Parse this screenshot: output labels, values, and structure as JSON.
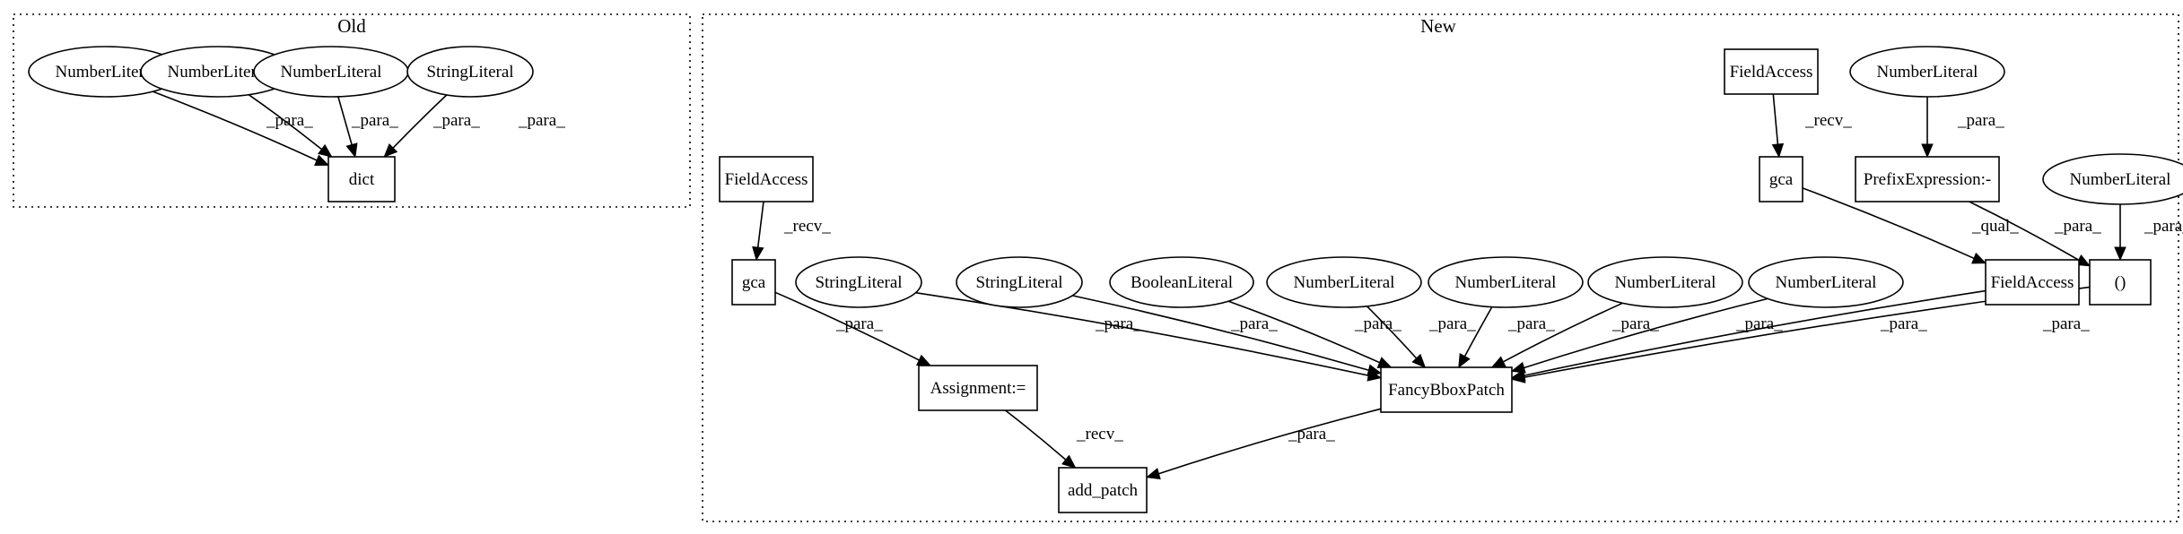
{
  "clusters": [
    {
      "id": "old",
      "label": "Old"
    },
    {
      "id": "new",
      "label": "New"
    }
  ],
  "nodes": [
    {
      "id": "o_num1",
      "label": "NumberLiteral",
      "shape": "ellipse"
    },
    {
      "id": "o_num2",
      "label": "NumberLiteral",
      "shape": "ellipse"
    },
    {
      "id": "o_num3",
      "label": "NumberLiteral",
      "shape": "ellipse"
    },
    {
      "id": "o_str",
      "label": "StringLiteral",
      "shape": "ellipse"
    },
    {
      "id": "o_dict",
      "label": "dict",
      "shape": "box"
    },
    {
      "id": "n_fa1",
      "label": "FieldAccess",
      "shape": "box"
    },
    {
      "id": "n_gca1",
      "label": "gca",
      "shape": "box"
    },
    {
      "id": "n_assign",
      "label": "Assignment:=",
      "shape": "box"
    },
    {
      "id": "n_addpatch",
      "label": "add_patch",
      "shape": "box"
    },
    {
      "id": "n_str1",
      "label": "StringLiteral",
      "shape": "ellipse"
    },
    {
      "id": "n_str2",
      "label": "StringLiteral",
      "shape": "ellipse"
    },
    {
      "id": "n_bool",
      "label": "BooleanLiteral",
      "shape": "ellipse"
    },
    {
      "id": "n_num1",
      "label": "NumberLiteral",
      "shape": "ellipse"
    },
    {
      "id": "n_num2",
      "label": "NumberLiteral",
      "shape": "ellipse"
    },
    {
      "id": "n_num3",
      "label": "NumberLiteral",
      "shape": "ellipse"
    },
    {
      "id": "n_num4",
      "label": "NumberLiteral",
      "shape": "ellipse"
    },
    {
      "id": "n_fancy",
      "label": "FancyBboxPatch",
      "shape": "box"
    },
    {
      "id": "n_fa2",
      "label": "FieldAccess",
      "shape": "box"
    },
    {
      "id": "n_gca2",
      "label": "gca",
      "shape": "box"
    },
    {
      "id": "n_fa3",
      "label": "FieldAccess",
      "shape": "box"
    },
    {
      "id": "n_numtop",
      "label": "NumberLiteral",
      "shape": "ellipse"
    },
    {
      "id": "n_prefix",
      "label": "PrefixExpression:-",
      "shape": "box"
    },
    {
      "id": "n_num5",
      "label": "NumberLiteral",
      "shape": "ellipse"
    },
    {
      "id": "n_tuple",
      "label": "()",
      "shape": "box"
    }
  ],
  "edges": [
    {
      "from": "o_num1",
      "to": "o_dict",
      "label": "_para_"
    },
    {
      "from": "o_num2",
      "to": "o_dict",
      "label": "_para_"
    },
    {
      "from": "o_num3",
      "to": "o_dict",
      "label": "_para_"
    },
    {
      "from": "o_str",
      "to": "o_dict",
      "label": "_para_"
    },
    {
      "from": "n_fa1",
      "to": "n_gca1",
      "label": "_recv_"
    },
    {
      "from": "n_gca1",
      "to": "n_assign",
      "label": "_para_"
    },
    {
      "from": "n_assign",
      "to": "n_addpatch",
      "label": "_recv_"
    },
    {
      "from": "n_fancy",
      "to": "n_addpatch",
      "label": "_para_"
    },
    {
      "from": "n_str1",
      "to": "n_fancy",
      "label": "_para_"
    },
    {
      "from": "n_str2",
      "to": "n_fancy",
      "label": "_para_"
    },
    {
      "from": "n_bool",
      "to": "n_fancy",
      "label": "_para_"
    },
    {
      "from": "n_num1",
      "to": "n_fancy",
      "label": "_para_"
    },
    {
      "from": "n_num2",
      "to": "n_fancy",
      "label": "_para_"
    },
    {
      "from": "n_num3",
      "to": "n_fancy",
      "label": "_para_"
    },
    {
      "from": "n_num4",
      "to": "n_fancy",
      "label": "_para_"
    },
    {
      "from": "n_fa3",
      "to": "n_fancy",
      "label": "_para_"
    },
    {
      "from": "n_tuple",
      "to": "n_fancy",
      "label": "_para_"
    },
    {
      "from": "n_fa2",
      "to": "n_gca2",
      "label": "_recv_"
    },
    {
      "from": "n_gca2",
      "to": "n_fa3",
      "label": "_qual_"
    },
    {
      "from": "n_numtop",
      "to": "n_prefix",
      "label": "_para_"
    },
    {
      "from": "n_prefix",
      "to": "n_tuple",
      "label": "_para_"
    },
    {
      "from": "n_num5",
      "to": "n_tuple",
      "label": "_para_"
    }
  ]
}
